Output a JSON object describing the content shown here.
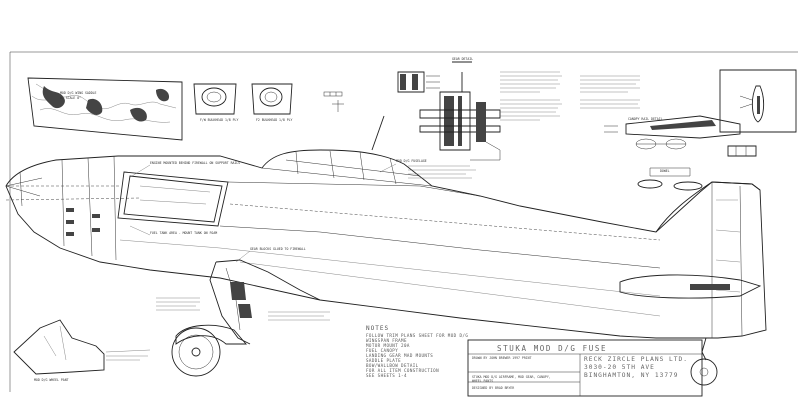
{
  "title_block": {
    "title": "STUKA MOD D/G FUSE",
    "company": "RECK ZIRCLE PLANS LTD.",
    "address": "3030-20 5TH AVE",
    "city": "BINGHAMTON, NY 13779",
    "drawn_by": "DRAWN BY JOHN BREWER 1997 PRINT",
    "remarks_1": "STUKA MOD D/G AIRFRAME, MOD GEAR, CANOPY,",
    "remarks_2": "WHEEL PANTS",
    "designed_by": "DESIGNED BY BRAD BRYER"
  },
  "notes": {
    "heading": "NOTES",
    "lines": [
      "FOLLOW TRIM PLANS SHEET FOR MOD D/G",
      "WINGSPAN FRAME",
      "MOTOR MOUNT 20A",
      "FUEL CANOPY",
      "LANDING GEAR MAD MOUNTS",
      "SADDLE PLATE",
      "BOW/WALLBOW DETAIL",
      "FOR ALL ITEM CONSTRUCTION",
      "SEE SHEETS 1-4"
    ]
  },
  "callouts": {
    "wing_saddle": "MOD D/G WING SADDLE",
    "wing_saddle_sub": "W/ SCALE 8\"",
    "fuselage_cover": "MOD D/G FUSELAGE",
    "nose_view": "MOD D/G",
    "nose_view_sub": "FUSELAGE",
    "bulkhead_f1": "F/W BULKHEAD 1/8 PLY",
    "bulkhead_f2": "F2 BULKHEAD 1/8 PLY",
    "canopy_rail": "CANOPY RAIL DETAIL",
    "gear_detail": "GEAR DETAIL",
    "wheel_pant": "MOD D/G WHEEL PANT",
    "dowel": "DOWEL",
    "motor_mount_note": "ENGINE MOUNTED BEHIND FIREWALL ON SUPPORT RAILS",
    "gear_mount_note": "GEAR BLOCKS GLUED TO FIREWALL",
    "tank_note": "FUEL TANK AREA - MOUNT TANK ON FOAM"
  }
}
